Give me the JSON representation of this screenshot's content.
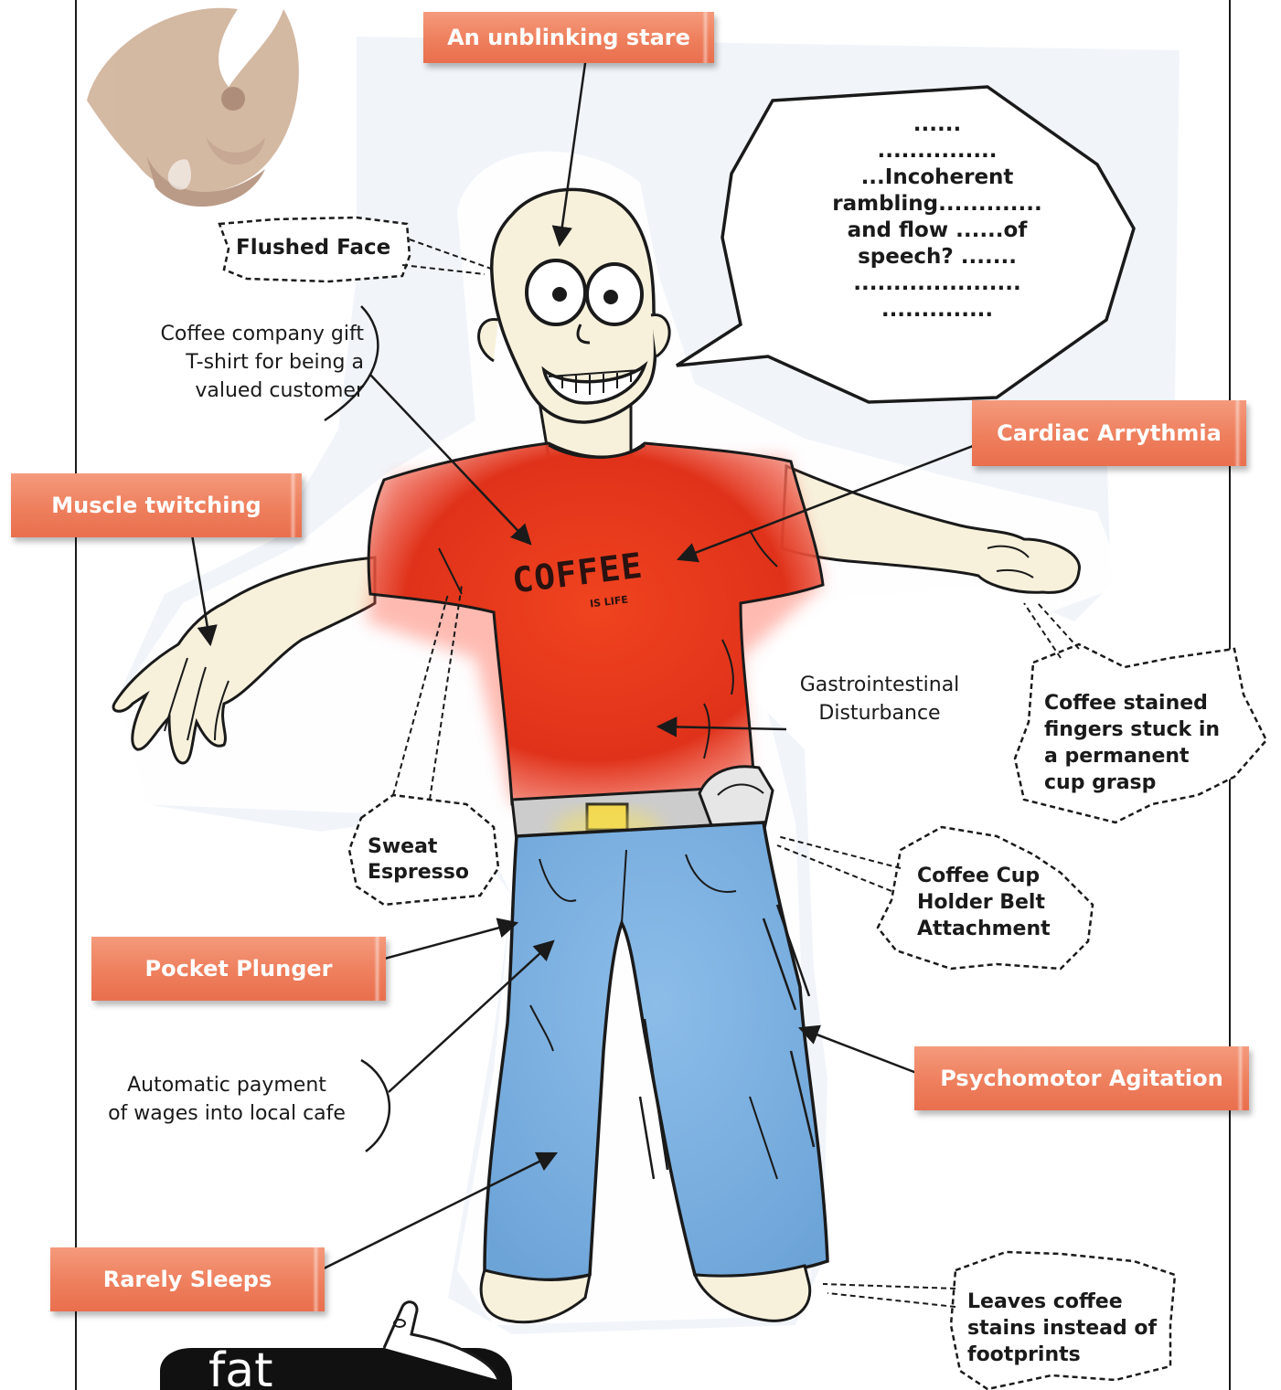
{
  "tags": {
    "stare": "An unblinking stare",
    "cardiac": "Cardiac Arrythmia",
    "muscle": "Muscle twitching",
    "pocket": "Pocket Plunger",
    "psychomotor": "Psychomotor Agitation",
    "sleeps": "Rarely Sleeps"
  },
  "bubbles": {
    "flushed": "Flushed Face",
    "sweat": [
      "Sweat",
      "Espresso"
    ],
    "cupholder": [
      "Coffee Cup",
      "Holder Belt",
      "Attachment"
    ],
    "fingers": [
      "Coffee stained",
      "fingers stuck in",
      "a permanent",
      "cup grasp"
    ],
    "footprints": [
      "Leaves coffee",
      "stains instead of",
      "footprints"
    ]
  },
  "notes": {
    "tshirt": [
      "Coffee company gift",
      "T-shirt for being a",
      "valued customer"
    ],
    "gastro": [
      "Gastrointestinal",
      "Disturbance"
    ],
    "wages": [
      "Automatic payment",
      "of wages into local cafe"
    ]
  },
  "speech": [
    "......",
    "...............",
    "...Incoherent",
    "rambling.............",
    "and flow ......of",
    "speech? .......",
    ".....................",
    ".............."
  ],
  "shirt_print": {
    "main": "COFFEE",
    "sub": "IS LIFE"
  },
  "footer_logo_text": "fat",
  "colors": {
    "tag_fill": "#ee7f5d",
    "shirt": "#e8361c",
    "jeans": "#7fb3e3",
    "skin": "#f7f1dc",
    "ink": "#1a1a1a"
  }
}
